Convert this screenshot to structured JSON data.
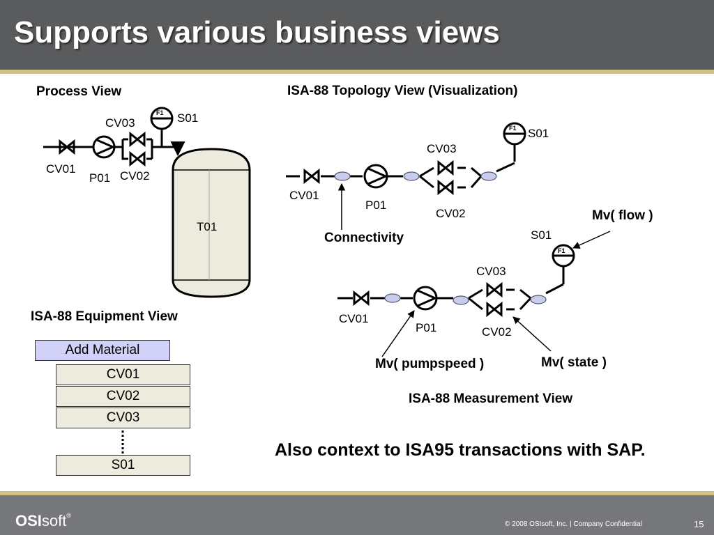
{
  "slide": {
    "title": "Supports various business views",
    "page_number": "15",
    "copyright": "© 2008 OSIsoft, Inc.  |  Company Confidential",
    "logo": {
      "bold": "OSI",
      "rest": "soft",
      "mark": "®"
    }
  },
  "process_view": {
    "heading": "Process View",
    "labels": {
      "cv03": "CV03",
      "s01": "S01",
      "f1": "F1",
      "cv01": "CV01",
      "p01": "P01",
      "cv02": "CV02",
      "t01": "T01"
    }
  },
  "topology_view": {
    "heading": "ISA-88 Topology View (Visualization)",
    "labels": {
      "f1": "F1",
      "s01": "S01",
      "cv03": "CV03",
      "cv01": "CV01",
      "p01": "P01",
      "cv02": "CV02"
    },
    "annotation": "Connectivity"
  },
  "measurement_view": {
    "heading": "ISA-88 Measurement View",
    "labels": {
      "s01": "S01",
      "f1": "F1",
      "cv03": "CV03",
      "cv01": "CV01",
      "p01": "P01",
      "cv02": "CV02"
    },
    "annotations": {
      "flow": "Mv( flow )",
      "pumpspeed": "Mv( pumpspeed )",
      "state": "Mv( state )"
    }
  },
  "equipment_view": {
    "heading": "ISA-88 Equipment View",
    "root": "Add Material",
    "items": [
      "CV01",
      "CV02",
      "CV03"
    ],
    "last": "S01"
  },
  "note": "Also context to ISA95 transactions with SAP."
}
